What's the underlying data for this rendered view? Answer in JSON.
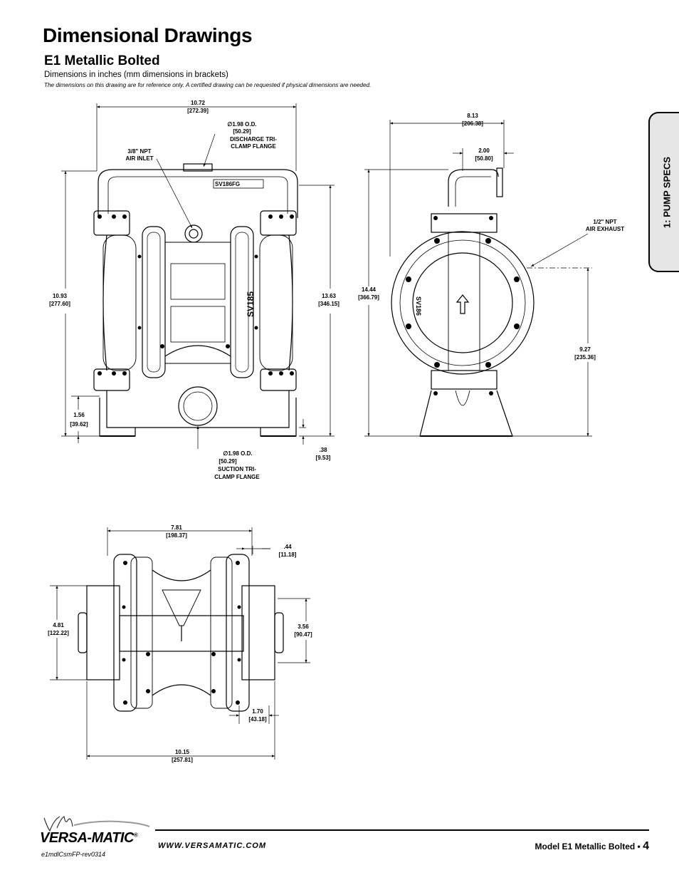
{
  "header": {
    "title": "Dimensional Drawings",
    "subtitle": "E1 Metallic Bolted",
    "dims_note": "Dimensions in inches (mm dimensions in brackets)",
    "ref_note": "The dimensions on this drawing are for reference only.  A certified drawing can be requested if physical dimensions are needed."
  },
  "side_tab": {
    "label": "1: PUMP SPECS"
  },
  "front_view": {
    "width_in": "10.72",
    "width_mm": "[272.39]",
    "discharge_od_in": "∅1.98   O.D.",
    "discharge_od_mm": "[50.29]",
    "discharge_label_1": "DISCHARGE TRI-",
    "discharge_label_2": "CLAMP FLANGE",
    "air_inlet_1": "3/8\" NPT",
    "air_inlet_2": "AIR INLET",
    "plate_text": "SV186FG",
    "cast_text": "SV185",
    "left_height_in": "10.93",
    "left_height_mm": "[277.60]",
    "right_height_in": "13.63",
    "right_height_mm": "[346.15]",
    "foot_in": "1.56",
    "foot_mm": "[39.62]",
    "base_in": ".38",
    "base_mm": "[9.53]",
    "suction_od_in": "∅1.98   O.D.",
    "suction_od_mm": "[50.29]",
    "suction_label_1": "SUCTION TRI-",
    "suction_label_2": "CLAMP FLANGE"
  },
  "side_view": {
    "depth_in": "8.13",
    "depth_mm": "[206.38]",
    "offset_in": "2.00",
    "offset_mm": "[50.80]",
    "exhaust_1": "1/2\" NPT",
    "exhaust_2": "AIR EXHAUST",
    "height_in": "14.44",
    "height_mm": "[366.79]",
    "exhaust_height_in": "9.27",
    "exhaust_height_mm": "[235.36]",
    "cast_text": "SV186"
  },
  "top_view": {
    "width_in": "7.81",
    "width_mm": "[198.37]",
    "flange_in": ".44",
    "flange_mm": "[11.18]",
    "depth_in": "4.81",
    "depth_mm": "[122.22]",
    "hole_in": "3.56",
    "hole_mm": "[90.47]",
    "bolt_in": "1.70",
    "bolt_mm": "[43.18]",
    "overall_in": "10.15",
    "overall_mm": "[257.81]"
  },
  "footer": {
    "brand": "VERSA-MATIC",
    "registered": "®",
    "website": "WWW.VERSAMATIC.COM",
    "model_label": "Model E1 Metallic Bolted • ",
    "page_number": "4",
    "doc_code": "e1mdlCsmFP-rev0314"
  }
}
